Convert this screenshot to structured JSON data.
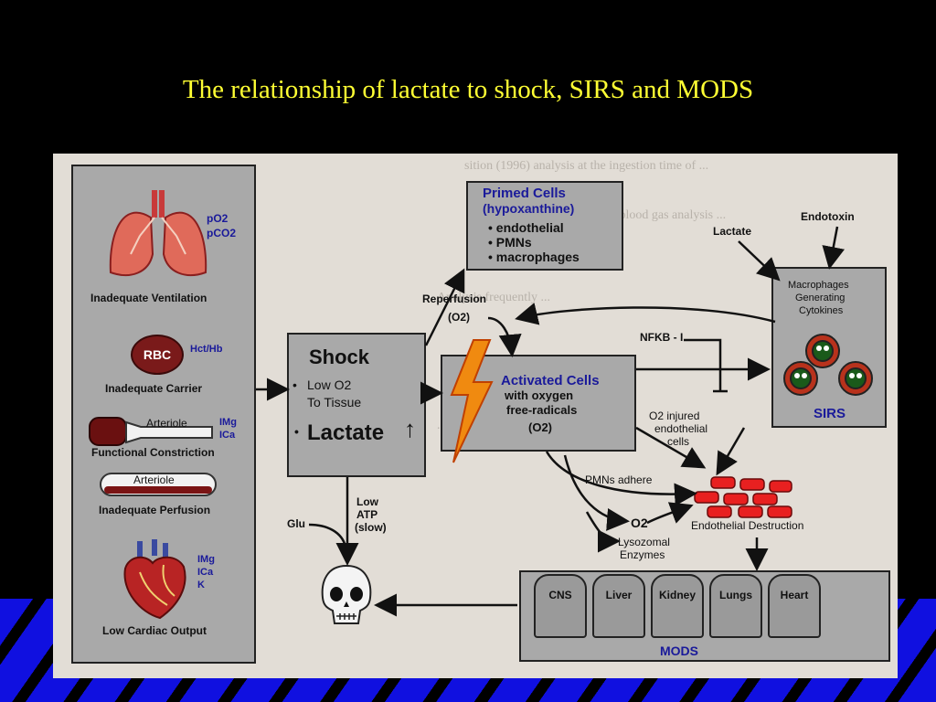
{
  "title": "The relationship of lactate to shock, SIRS and MODS",
  "causes": {
    "po2": "pO2",
    "pco2": "pCO2",
    "ventilation": "Inadequate Ventilation",
    "rbc": "RBC",
    "hct": "Hct/Hb",
    "carrier": "Inadequate Carrier",
    "arteriole1": "Arteriole",
    "img1": "IMg",
    "ica1": "ICa",
    "constriction": "Functional Constriction",
    "arteriole2": "Arteriole",
    "perfusion": "Inadequate Perfusion",
    "img2": "IMg",
    "ica2": "ICa",
    "k": "K",
    "cardiac": "Low Cardiac Output"
  },
  "shock": {
    "title": "Shock",
    "line1": "Low O2",
    "line2": "To Tissue",
    "lactate": "Lactate",
    "arrow": "↑"
  },
  "primed": {
    "title": "Primed Cells",
    "sub": "(hypoxanthine)",
    "items": [
      "endothelial",
      "PMNs",
      "macrophages"
    ]
  },
  "activated": {
    "title": "Activated Cells",
    "line1": "with oxygen",
    "line2": "free-radicals",
    "line3": "(O2)"
  },
  "macro": {
    "line1": "Macrophages",
    "line2": "Generating",
    "line3": "Cytokines",
    "sirs": "SIRS"
  },
  "labels": {
    "reperfusion": "Reperfusion",
    "reperfusion2": "(O2)",
    "lactate": "Lactate",
    "endotoxin": "Endotoxin",
    "nfkb": "NFKB - I",
    "injured1": "O2 injured",
    "injured2": "endothelial",
    "injured3": "cells",
    "pmns": "PMNs adhere",
    "o2": "O2",
    "lyso1": "Lysozomal",
    "lyso2": "Enzymes",
    "destruction": "Endothelial Destruction",
    "lowatp1": "Low",
    "lowatp2": "ATP",
    "lowatp3": "(slow)",
    "glu": "Glu"
  },
  "mods": {
    "organs": [
      "CNS",
      "Liver",
      "Kidney",
      "Lungs",
      "Heart"
    ],
    "label": "MODS"
  }
}
